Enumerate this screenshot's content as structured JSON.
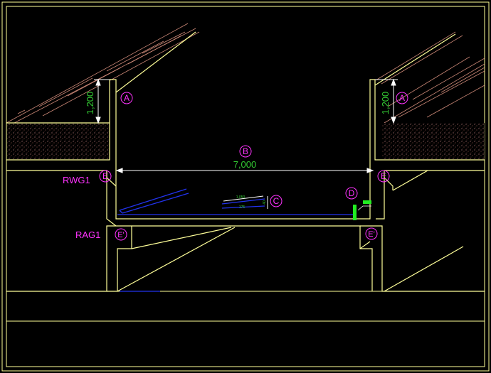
{
  "drawing": {
    "markers": {
      "a_left": "A",
      "a_right": "A",
      "b": "B",
      "c": "C",
      "d": "D",
      "e_left": "E",
      "e_right": "E",
      "e_prime_left": "E'",
      "e_prime_right": "E'"
    },
    "dimensions": {
      "span": "7,000",
      "height_left": "1,200",
      "height_right": "1,200",
      "detail_top": "1,050",
      "detail_bottom": "175",
      "detail_side": "40"
    },
    "labels": {
      "rwg": "RWG1",
      "rag": "RAG1"
    },
    "colors": {
      "background": "#000000",
      "structure": "#ffff99",
      "marker": "#ff33ff",
      "dimension": "#33cc33",
      "dimension_line": "#ffffff",
      "detail": "#2233ee",
      "roof_hatch": "#cc8877",
      "fill_hatch": "#cc8888",
      "fitting": "#22ee22"
    }
  }
}
